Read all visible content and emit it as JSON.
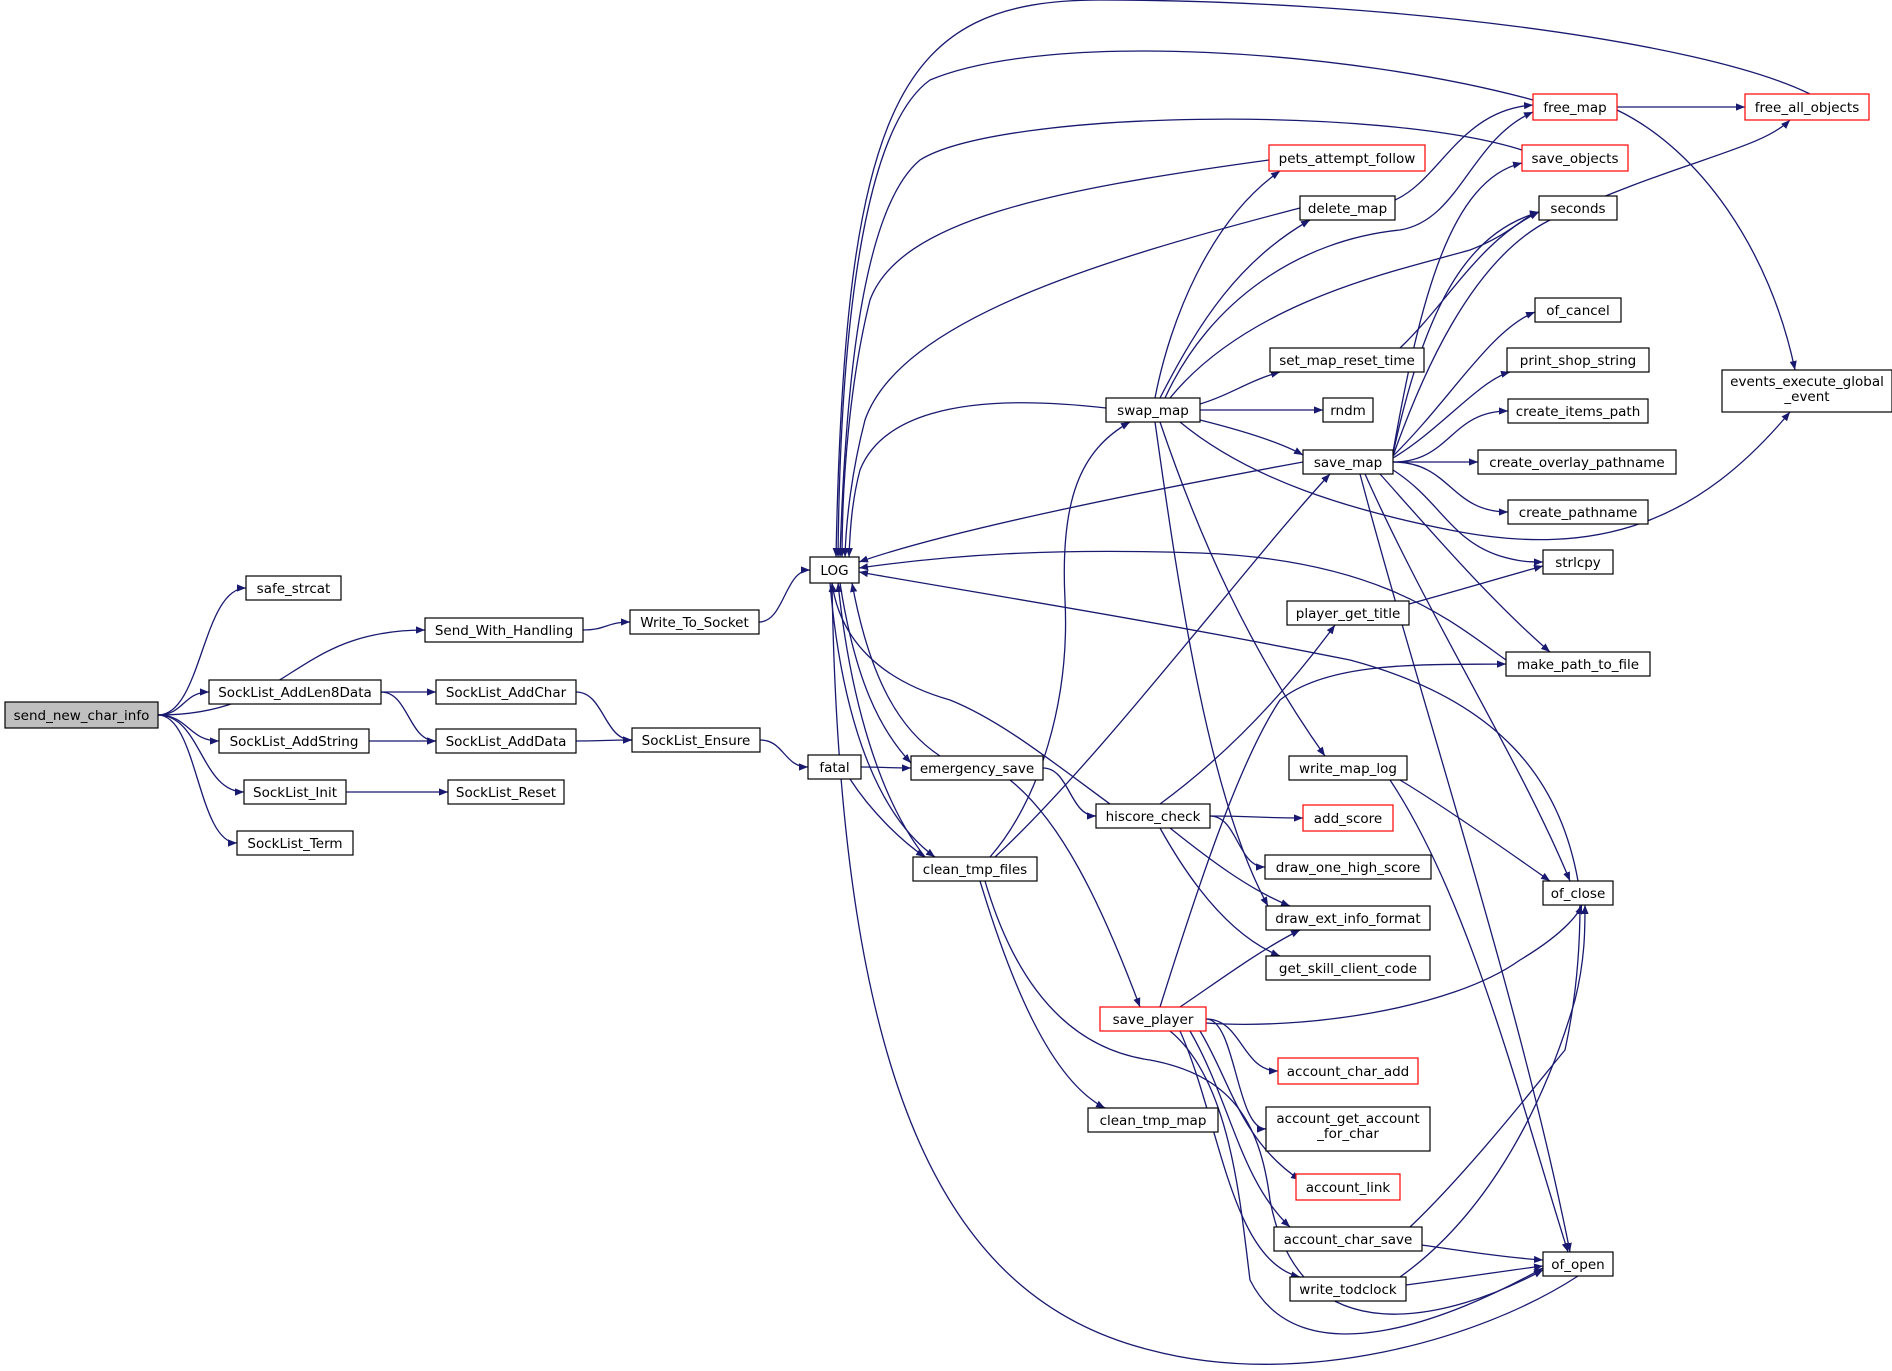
{
  "colors": {
    "edge": "#191970",
    "root_fill": "#bfbfbf",
    "truncated_border": "#ff0000",
    "normal_border": "#000000"
  },
  "nodes": [
    {
      "id": "send_new_char_info",
      "lines": [
        "send_new_char_info"
      ],
      "style": "root"
    },
    {
      "id": "safe_strcat",
      "lines": [
        "safe_strcat"
      ],
      "style": "normal"
    },
    {
      "id": "Send_With_Handling",
      "lines": [
        "Send_With_Handling"
      ],
      "style": "normal"
    },
    {
      "id": "SockList_AddLen8Data",
      "lines": [
        "SockList_AddLen8Data"
      ],
      "style": "normal"
    },
    {
      "id": "SockList_AddString",
      "lines": [
        "SockList_AddString"
      ],
      "style": "normal"
    },
    {
      "id": "SockList_Init",
      "lines": [
        "SockList_Init"
      ],
      "style": "normal"
    },
    {
      "id": "SockList_Term",
      "lines": [
        "SockList_Term"
      ],
      "style": "normal"
    },
    {
      "id": "SockList_AddChar",
      "lines": [
        "SockList_AddChar"
      ],
      "style": "normal"
    },
    {
      "id": "SockList_AddData",
      "lines": [
        "SockList_AddData"
      ],
      "style": "normal"
    },
    {
      "id": "SockList_Reset",
      "lines": [
        "SockList_Reset"
      ],
      "style": "normal"
    },
    {
      "id": "Write_To_Socket",
      "lines": [
        "Write_To_Socket"
      ],
      "style": "normal"
    },
    {
      "id": "SockList_Ensure",
      "lines": [
        "SockList_Ensure"
      ],
      "style": "normal"
    },
    {
      "id": "LOG",
      "lines": [
        "LOG"
      ],
      "style": "normal"
    },
    {
      "id": "fatal",
      "lines": [
        "fatal"
      ],
      "style": "normal"
    },
    {
      "id": "emergency_save",
      "lines": [
        "emergency_save"
      ],
      "style": "normal"
    },
    {
      "id": "clean_tmp_files",
      "lines": [
        "clean_tmp_files"
      ],
      "style": "normal"
    },
    {
      "id": "swap_map",
      "lines": [
        "swap_map"
      ],
      "style": "normal"
    },
    {
      "id": "hiscore_check",
      "lines": [
        "hiscore_check"
      ],
      "style": "normal"
    },
    {
      "id": "save_player",
      "lines": [
        "save_player"
      ],
      "style": "truncated"
    },
    {
      "id": "clean_tmp_map",
      "lines": [
        "clean_tmp_map"
      ],
      "style": "normal"
    },
    {
      "id": "pets_attempt_follow",
      "lines": [
        "pets_attempt_follow"
      ],
      "style": "truncated"
    },
    {
      "id": "delete_map",
      "lines": [
        "delete_map"
      ],
      "style": "normal"
    },
    {
      "id": "set_map_reset_time",
      "lines": [
        "set_map_reset_time"
      ],
      "style": "normal"
    },
    {
      "id": "rndm",
      "lines": [
        "rndm"
      ],
      "style": "normal"
    },
    {
      "id": "save_map",
      "lines": [
        "save_map"
      ],
      "style": "normal"
    },
    {
      "id": "player_get_title",
      "lines": [
        "player_get_title"
      ],
      "style": "normal"
    },
    {
      "id": "write_map_log",
      "lines": [
        "write_map_log"
      ],
      "style": "normal"
    },
    {
      "id": "add_score",
      "lines": [
        "add_score"
      ],
      "style": "truncated"
    },
    {
      "id": "draw_one_high_score",
      "lines": [
        "draw_one_high_score"
      ],
      "style": "normal"
    },
    {
      "id": "draw_ext_info_format",
      "lines": [
        "draw_ext_info_format"
      ],
      "style": "normal"
    },
    {
      "id": "get_skill_client_code",
      "lines": [
        "get_skill_client_code"
      ],
      "style": "normal"
    },
    {
      "id": "account_char_add",
      "lines": [
        "account_char_add"
      ],
      "style": "truncated"
    },
    {
      "id": "account_get_account_for_char",
      "lines": [
        "account_get_account",
        "_for_char"
      ],
      "style": "normal"
    },
    {
      "id": "account_link",
      "lines": [
        "account_link"
      ],
      "style": "truncated"
    },
    {
      "id": "account_char_save",
      "lines": [
        "account_char_save"
      ],
      "style": "normal"
    },
    {
      "id": "write_todclock",
      "lines": [
        "write_todclock"
      ],
      "style": "normal"
    },
    {
      "id": "free_map",
      "lines": [
        "free_map"
      ],
      "style": "truncated"
    },
    {
      "id": "save_objects",
      "lines": [
        "save_objects"
      ],
      "style": "truncated"
    },
    {
      "id": "seconds",
      "lines": [
        "seconds"
      ],
      "style": "normal"
    },
    {
      "id": "of_cancel",
      "lines": [
        "of_cancel"
      ],
      "style": "normal"
    },
    {
      "id": "print_shop_string",
      "lines": [
        "print_shop_string"
      ],
      "style": "normal"
    },
    {
      "id": "create_items_path",
      "lines": [
        "create_items_path"
      ],
      "style": "normal"
    },
    {
      "id": "create_overlay_pathname",
      "lines": [
        "create_overlay_pathname"
      ],
      "style": "normal"
    },
    {
      "id": "create_pathname",
      "lines": [
        "create_pathname"
      ],
      "style": "normal"
    },
    {
      "id": "strlcpy",
      "lines": [
        "strlcpy"
      ],
      "style": "normal"
    },
    {
      "id": "make_path_to_file",
      "lines": [
        "make_path_to_file"
      ],
      "style": "normal"
    },
    {
      "id": "of_close",
      "lines": [
        "of_close"
      ],
      "style": "normal"
    },
    {
      "id": "of_open",
      "lines": [
        "of_open"
      ],
      "style": "normal"
    },
    {
      "id": "free_all_objects",
      "lines": [
        "free_all_objects"
      ],
      "style": "truncated"
    },
    {
      "id": "events_execute_global_event",
      "lines": [
        "events_execute_global",
        "_event"
      ],
      "style": "normal"
    }
  ],
  "edges": [
    [
      "send_new_char_info",
      "safe_strcat"
    ],
    [
      "send_new_char_info",
      "Send_With_Handling"
    ],
    [
      "send_new_char_info",
      "SockList_AddLen8Data"
    ],
    [
      "send_new_char_info",
      "SockList_AddString"
    ],
    [
      "send_new_char_info",
      "SockList_Init"
    ],
    [
      "send_new_char_info",
      "SockList_Term"
    ],
    [
      "Send_With_Handling",
      "Write_To_Socket"
    ],
    [
      "Write_To_Socket",
      "LOG"
    ],
    [
      "SockList_AddLen8Data",
      "SockList_AddChar"
    ],
    [
      "SockList_AddLen8Data",
      "SockList_AddData"
    ],
    [
      "SockList_AddString",
      "SockList_AddData"
    ],
    [
      "SockList_AddChar",
      "SockList_Ensure"
    ],
    [
      "SockList_AddData",
      "SockList_Ensure"
    ],
    [
      "SockList_Init",
      "SockList_Reset"
    ],
    [
      "SockList_Ensure",
      "fatal"
    ],
    [
      "fatal",
      "emergency_save"
    ],
    [
      "fatal",
      "clean_tmp_files"
    ],
    [
      "emergency_save",
      "LOG"
    ],
    [
      "emergency_save",
      "hiscore_check"
    ],
    [
      "emergency_save",
      "save_player"
    ],
    [
      "clean_tmp_files",
      "LOG"
    ],
    [
      "clean_tmp_files",
      "swap_map"
    ],
    [
      "clean_tmp_files",
      "save_map"
    ],
    [
      "clean_tmp_files",
      "clean_tmp_map"
    ],
    [
      "clean_tmp_files",
      "of_open"
    ],
    [
      "LOG",
      "emergency_save"
    ],
    [
      "LOG",
      "clean_tmp_files"
    ],
    [
      "swap_map",
      "LOG"
    ],
    [
      "swap_map",
      "pets_attempt_follow"
    ],
    [
      "swap_map",
      "delete_map"
    ],
    [
      "swap_map",
      "free_map"
    ],
    [
      "swap_map",
      "seconds"
    ],
    [
      "swap_map",
      "set_map_reset_time"
    ],
    [
      "swap_map",
      "rndm"
    ],
    [
      "swap_map",
      "save_map"
    ],
    [
      "swap_map",
      "write_map_log"
    ],
    [
      "swap_map",
      "draw_ext_info_format"
    ],
    [
      "swap_map",
      "events_execute_global_event"
    ],
    [
      "delete_map",
      "LOG"
    ],
    [
      "delete_map",
      "free_map"
    ],
    [
      "pets_attempt_follow",
      "LOG"
    ],
    [
      "free_map",
      "LOG"
    ],
    [
      "free_map",
      "free_all_objects"
    ],
    [
      "free_map",
      "events_execute_global_event"
    ],
    [
      "free_all_objects",
      "LOG"
    ],
    [
      "save_objects",
      "LOG"
    ],
    [
      "set_map_reset_time",
      "seconds"
    ],
    [
      "save_map",
      "LOG"
    ],
    [
      "save_map",
      "free_all_objects"
    ],
    [
      "save_map",
      "save_objects"
    ],
    [
      "save_map",
      "seconds"
    ],
    [
      "save_map",
      "of_cancel"
    ],
    [
      "save_map",
      "print_shop_string"
    ],
    [
      "save_map",
      "create_items_path"
    ],
    [
      "save_map",
      "create_overlay_pathname"
    ],
    [
      "save_map",
      "create_pathname"
    ],
    [
      "save_map",
      "strlcpy"
    ],
    [
      "save_map",
      "make_path_to_file"
    ],
    [
      "save_map",
      "of_close"
    ],
    [
      "save_map",
      "of_open"
    ],
    [
      "player_get_title",
      "strlcpy"
    ],
    [
      "make_path_to_file",
      "LOG"
    ],
    [
      "write_map_log",
      "of_close"
    ],
    [
      "write_map_log",
      "of_open"
    ],
    [
      "of_close",
      "LOG"
    ],
    [
      "hiscore_check",
      "LOG"
    ],
    [
      "hiscore_check",
      "player_get_title"
    ],
    [
      "hiscore_check",
      "add_score"
    ],
    [
      "hiscore_check",
      "draw_one_high_score"
    ],
    [
      "hiscore_check",
      "draw_ext_info_format"
    ],
    [
      "hiscore_check",
      "get_skill_client_code"
    ],
    [
      "save_player",
      "make_path_to_file"
    ],
    [
      "save_player",
      "draw_ext_info_format"
    ],
    [
      "save_player",
      "of_close"
    ],
    [
      "save_player",
      "account_char_add"
    ],
    [
      "save_player",
      "account_get_account_for_char"
    ],
    [
      "save_player",
      "account_link"
    ],
    [
      "save_player",
      "account_char_save"
    ],
    [
      "save_player",
      "write_todclock"
    ],
    [
      "save_player",
      "of_open"
    ],
    [
      "account_char_save",
      "of_close"
    ],
    [
      "account_char_save",
      "of_open"
    ],
    [
      "write_todclock",
      "of_close"
    ],
    [
      "write_todclock",
      "of_open"
    ],
    [
      "of_open",
      "LOG"
    ]
  ]
}
